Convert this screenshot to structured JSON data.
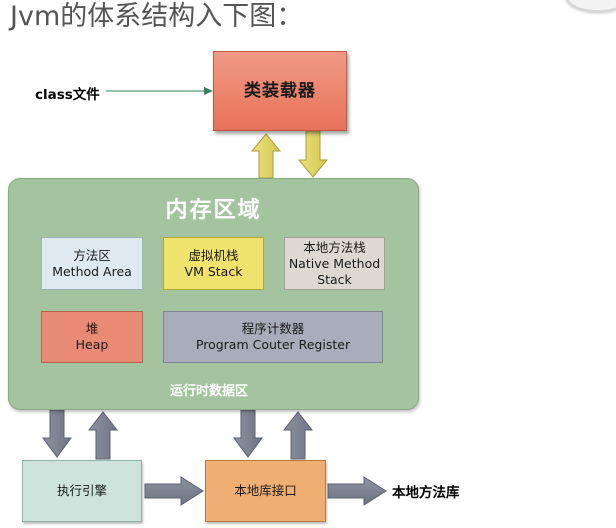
{
  "heading": "Jvm的体系结构入下图：",
  "inputs": {
    "class_file": "class文件"
  },
  "class_loader": "类装载器",
  "memory_area": {
    "title": "内存区域",
    "runtime_label": "运行时数据区",
    "method_area": {
      "cn": "方法区",
      "en": "Method Area"
    },
    "vm_stack": {
      "cn": "虚拟机栈",
      "en": "VM Stack"
    },
    "native_method_stack": {
      "cn": "本地方法栈",
      "en_line1": "Native Method",
      "en_line2": "Stack"
    },
    "heap": {
      "cn": "堆",
      "en": "Heap"
    },
    "pc_register": {
      "cn": "程序计数器",
      "en": "Program Couter Register"
    }
  },
  "execution_engine": "执行引擎",
  "native_interface": "本地库接口",
  "native_library": "本地方法库",
  "colors": {
    "memory_bg": "#a4c49f",
    "loader_bg": "#e87257",
    "up_down_arrows_loader": "#e3d86a",
    "up_down_arrows_memory": "#7f8494",
    "engine_bg": "#cde4dd",
    "native_iface_bg": "#efae72"
  }
}
